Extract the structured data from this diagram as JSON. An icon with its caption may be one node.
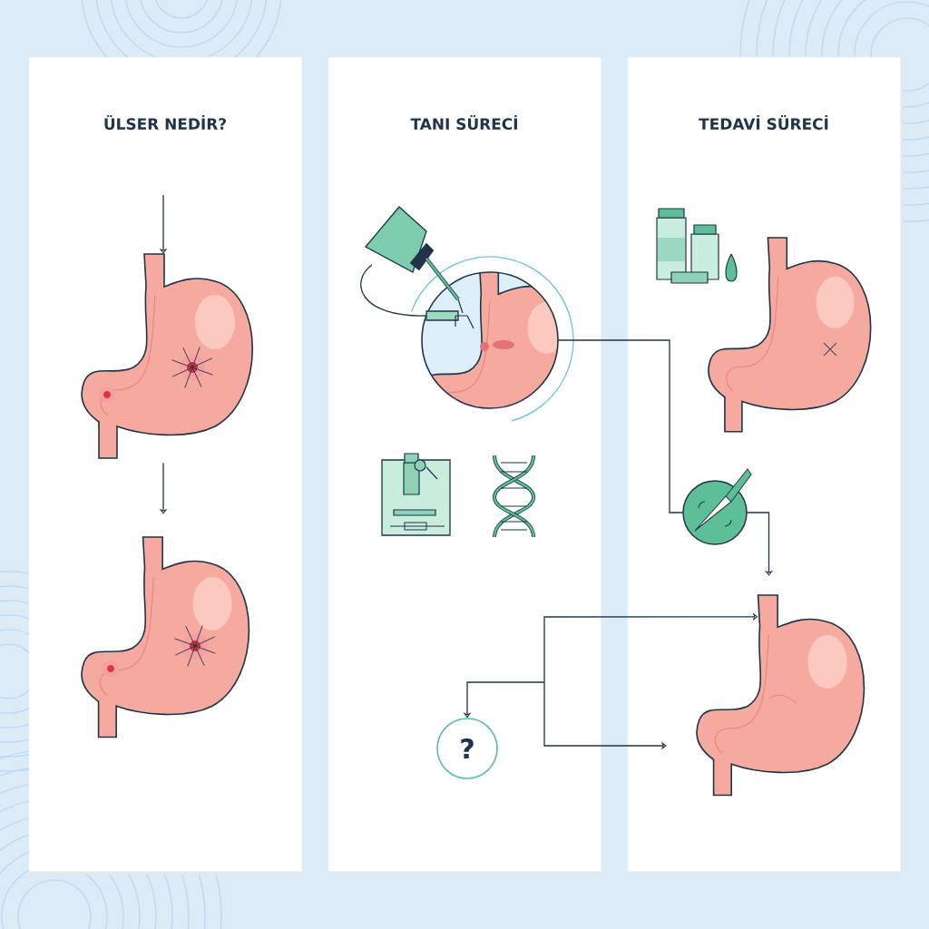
{
  "diagram": {
    "nodes": [
      {
        "text": [
          "ÜLSER NEDİR?"
        ]
      },
      {
        "text": [
          "TANI SÜRECİ"
        ]
      },
      {
        "text": [
          "TEDAVİ SÜRECİ"
        ]
      },
      {
        "text": [],
        "shape": "picture",
        "in": 0
      },
      {
        "text": [],
        "shape": "picture",
        "in": 0
      },
      {
        "text": [],
        "shape": "picture",
        "in": 1
      },
      {
        "text": [
          "?"
        ],
        "in": 1
      },
      {
        "text": [],
        "shape": "picture",
        "in": 2
      },
      {
        "text": [],
        "shape": "picture",
        "in": 2
      },
      {
        "text": [],
        "shape": "picture",
        "in": 2
      }
    ],
    "edges": [
      {
        "from": null,
        "to": 3,
        "arrow": "to"
      },
      {
        "from": 3,
        "to": 4,
        "arrow": "to"
      },
      {
        "from": 5,
        "to": 8,
        "arrow": "none"
      },
      {
        "from": 8,
        "to": 9,
        "arrow": "to"
      },
      {
        "from": null,
        "to": 6,
        "arrow": "to"
      },
      {
        "from": null,
        "to": 9,
        "arrow": "to"
      },
      {
        "from": null,
        "to": 9,
        "arrow": "to"
      }
    ]
  }
}
